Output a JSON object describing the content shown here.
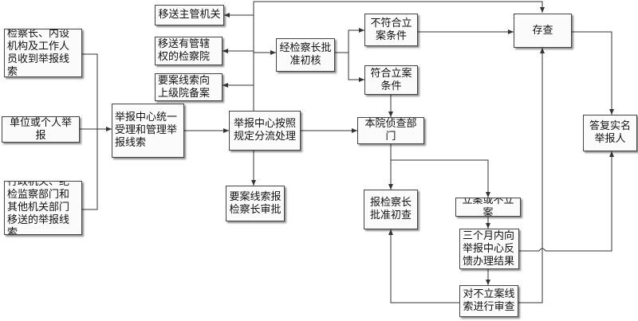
{
  "nodes": {
    "report_unit": "单位或个人举报",
    "receive_procuratorate": "检察长、内设机构及工作人员收到举报线索",
    "receive_admin": "行政机关、纪检监察部门和其他机关部门移送的举报线索",
    "center_unified": "举报中心统一受理和管理举报线索",
    "transfer_authority": "移送主管机关",
    "transfer_jurisdiction": "移送有管辖权的检察院",
    "important_filing": "要案线索向上级院备案",
    "center_dispatch": "举报中心按照规定分流处理",
    "important_approval": "要案线索报检察长审批",
    "chief_review": "经检察长批准初核",
    "not_qualified": "不符合立案条件",
    "qualified": "符合立案条件",
    "archive": "存查",
    "reply": "答复实名举报人",
    "investigation_dept": "本院侦查部门",
    "chief_initial": "报检察长批准初查",
    "case_decision": "立案或不立案",
    "feedback": "三个月内向举报中心反馈办理结果",
    "review_nonfiling": "对不立案线索进行审查"
  },
  "colors": {
    "line": "#333333",
    "box_border": "#444444",
    "box_fill": "#fbfbfb"
  }
}
